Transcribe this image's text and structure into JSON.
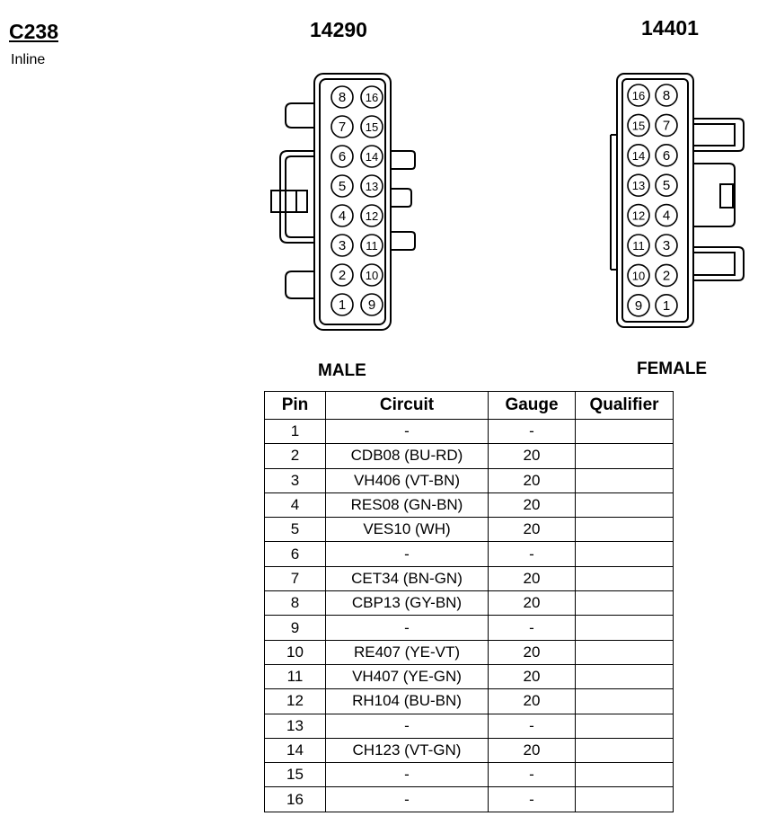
{
  "connector": {
    "id": "C238",
    "type": "Inline"
  },
  "male": {
    "part_number": "14290",
    "label": "MALE"
  },
  "female": {
    "part_number": "14401",
    "label": "FEMALE"
  },
  "table": {
    "headers": {
      "pin": "Pin",
      "circuit": "Circuit",
      "gauge": "Gauge",
      "qualifier": "Qualifier"
    },
    "rows": [
      {
        "pin": "1",
        "circuit": "-",
        "gauge": "-",
        "qualifier": ""
      },
      {
        "pin": "2",
        "circuit": "CDB08 (BU-RD)",
        "gauge": "20",
        "qualifier": ""
      },
      {
        "pin": "3",
        "circuit": "VH406 (VT-BN)",
        "gauge": "20",
        "qualifier": ""
      },
      {
        "pin": "4",
        "circuit": "RES08 (GN-BN)",
        "gauge": "20",
        "qualifier": ""
      },
      {
        "pin": "5",
        "circuit": "VES10 (WH)",
        "gauge": "20",
        "qualifier": ""
      },
      {
        "pin": "6",
        "circuit": "-",
        "gauge": "-",
        "qualifier": ""
      },
      {
        "pin": "7",
        "circuit": "CET34 (BN-GN)",
        "gauge": "20",
        "qualifier": ""
      },
      {
        "pin": "8",
        "circuit": "CBP13 (GY-BN)",
        "gauge": "20",
        "qualifier": ""
      },
      {
        "pin": "9",
        "circuit": "-",
        "gauge": "-",
        "qualifier": ""
      },
      {
        "pin": "10",
        "circuit": "RE407 (YE-VT)",
        "gauge": "20",
        "qualifier": ""
      },
      {
        "pin": "11",
        "circuit": "VH407 (YE-GN)",
        "gauge": "20",
        "qualifier": ""
      },
      {
        "pin": "12",
        "circuit": "RH104 (BU-BN)",
        "gauge": "20",
        "qualifier": ""
      },
      {
        "pin": "13",
        "circuit": "-",
        "gauge": "-",
        "qualifier": ""
      },
      {
        "pin": "14",
        "circuit": "CH123 (VT-GN)",
        "gauge": "20",
        "qualifier": ""
      },
      {
        "pin": "15",
        "circuit": "-",
        "gauge": "-",
        "qualifier": ""
      },
      {
        "pin": "16",
        "circuit": "-",
        "gauge": "-",
        "qualifier": ""
      }
    ]
  },
  "male_face": {
    "left_column": [
      "8",
      "7",
      "6",
      "5",
      "4",
      "3",
      "2",
      "1"
    ],
    "right_column": [
      "16",
      "15",
      "14",
      "13",
      "12",
      "11",
      "10",
      "9"
    ]
  },
  "female_face": {
    "left_column": [
      "16",
      "15",
      "14",
      "13",
      "12",
      "11",
      "10",
      "9"
    ],
    "right_column": [
      "8",
      "7",
      "6",
      "5",
      "4",
      "3",
      "2",
      "1"
    ]
  }
}
